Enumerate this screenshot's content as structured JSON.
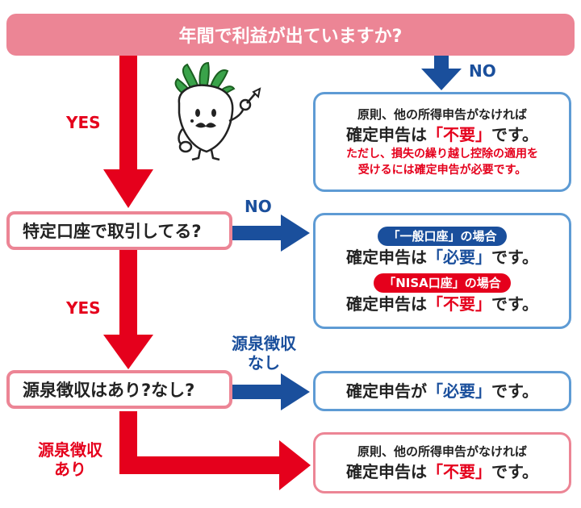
{
  "header": {
    "question": "年間で利益が出ていますか?"
  },
  "questions": {
    "q2": "特定口座で取引してる?",
    "q3": "源泉徴収はあり?なし?"
  },
  "labels": {
    "yes1": "YES",
    "no1": "NO",
    "no2": "NO",
    "yes2": "YES",
    "withholding_none": [
      "源泉徴収",
      "なし"
    ],
    "withholding_yes": [
      "源泉徴収",
      "あり"
    ]
  },
  "answers": {
    "a1": {
      "line1": "原則、他の所得申告がなければ",
      "main_prefix": "確定申告は",
      "main_key": "「不要」",
      "main_suffix": "です。",
      "note1": "ただし、損失の繰り越し控除の適用を",
      "note2": "受けるには確定申告が必要です。"
    },
    "a2": {
      "pill1": "「一般口座」の場合",
      "main1_prefix": "確定申告は",
      "main1_key": "「必要」",
      "main1_suffix": "です。",
      "pill2": "「NISA口座」の場合",
      "main2_prefix": "確定申告は",
      "main2_key": "「不要」",
      "main2_suffix": "です。"
    },
    "a3": {
      "main_prefix": "確定申告が",
      "main_key": "「必要」",
      "main_suffix": "です。"
    },
    "a4": {
      "line1": "原則、他の所得申告がなければ",
      "main_prefix": "確定申告は",
      "main_key": "「不要」",
      "main_suffix": "です。"
    }
  },
  "colors": {
    "red_arrow": "#e5001c",
    "blue_arrow": "#1a4f9c",
    "pink_border": "#ec8595",
    "blue_border": "#5e9bd4"
  },
  "mascot": {
    "icon": "radish-mascot-icon"
  }
}
